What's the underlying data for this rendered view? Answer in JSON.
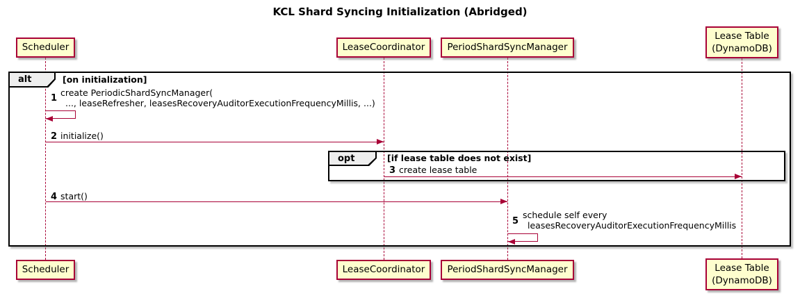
{
  "title": "KCL Shard Syncing Initialization (Abridged)",
  "participants": {
    "scheduler": "Scheduler",
    "lease_coordinator": "LeaseCoordinator",
    "period_shard_sync_manager": "PeriodShardSyncManager",
    "lease_table": "Lease Table\n(DynamoDB)"
  },
  "frames": {
    "alt": {
      "keyword": "alt",
      "guard": "[on initialization]"
    },
    "opt": {
      "keyword": "opt",
      "guard": "[if lease table does not exist]"
    }
  },
  "messages": {
    "m1": {
      "num": "1",
      "line1": "create PeriodicShardSyncManager(",
      "line2": "..., leaseRefresher, leasesRecoveryAuditorExecutionFrequencyMillis, ...)"
    },
    "m2": {
      "num": "2",
      "text": "initialize()"
    },
    "m3": {
      "num": "3",
      "text": "create lease table"
    },
    "m4": {
      "num": "4",
      "text": "start()"
    },
    "m5": {
      "num": "5",
      "line1": "schedule self every",
      "line2": "leasesRecoveryAuditorExecutionFrequencyMillis"
    }
  },
  "colors": {
    "participant_fill": "#FEFECE",
    "accent": "#A80036",
    "frame_border": "#000000",
    "frame_label_fill": "#EEEEEE",
    "background": "#FFFFFF",
    "text": "#000000"
  }
}
